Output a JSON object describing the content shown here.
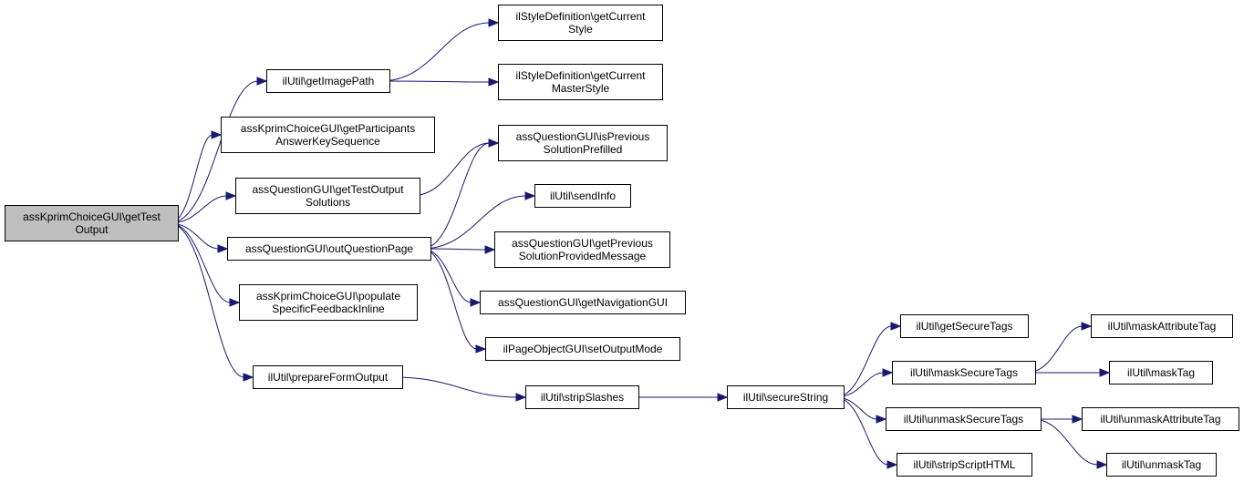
{
  "colors": {
    "edge": "#191970",
    "root_fill": "#bfbfbf",
    "node_fill": "#ffffff",
    "border": "#000000"
  },
  "nodes": {
    "getTestOutput": "assKprimChoiceGUI\\getTest\nOutput",
    "getImagePath": "ilUtil\\getImagePath",
    "getCurrentStyle": "ilStyleDefinition\\getCurrent\nStyle",
    "getCurrentMasterStyle": "ilStyleDefinition\\getCurrent\nMasterStyle",
    "getParticipantsAnswerKeySequence": "assKprimChoiceGUI\\getParticipants\nAnswerKeySequence",
    "getTestOutputSolutions": "assQuestionGUI\\getTestOutput\nSolutions",
    "isPreviousSolutionPrefilled": "assQuestionGUI\\isPrevious\nSolutionPrefilled",
    "sendInfo": "ilUtil\\sendInfo",
    "outQuestionPage": "assQuestionGUI\\outQuestionPage",
    "getPreviousSolutionProvidedMessage": "assQuestionGUI\\getPrevious\nSolutionProvidedMessage",
    "getNavigationGUI": "assQuestionGUI\\getNavigationGUI",
    "populateSpecificFeedbackInline": "assKprimChoiceGUI\\populate\nSpecificFeedbackInline",
    "setOutputMode": "ilPageObjectGUI\\setOutputMode",
    "prepareFormOutput": "ilUtil\\prepareFormOutput",
    "stripSlashes": "ilUtil\\stripSlashes",
    "secureString": "ilUtil\\secureString",
    "getSecureTags": "ilUtil\\getSecureTags",
    "maskSecureTags": "ilUtil\\maskSecureTags",
    "unmaskSecureTags": "ilUtil\\unmaskSecureTags",
    "stripScriptHTML": "ilUtil\\stripScriptHTML",
    "maskAttributeTag": "ilUtil\\maskAttributeTag",
    "maskTag": "ilUtil\\maskTag",
    "unmaskAttributeTag": "ilUtil\\unmaskAttributeTag",
    "unmaskTag": "ilUtil\\unmaskTag"
  },
  "edges": [
    [
      "getTestOutput",
      "getImagePath"
    ],
    [
      "getTestOutput",
      "getParticipantsAnswerKeySequence"
    ],
    [
      "getTestOutput",
      "getTestOutputSolutions"
    ],
    [
      "getTestOutput",
      "outQuestionPage"
    ],
    [
      "getTestOutput",
      "populateSpecificFeedbackInline"
    ],
    [
      "getTestOutput",
      "prepareFormOutput"
    ],
    [
      "getImagePath",
      "getCurrentStyle"
    ],
    [
      "getImagePath",
      "getCurrentMasterStyle"
    ],
    [
      "getTestOutputSolutions",
      "isPreviousSolutionPrefilled"
    ],
    [
      "outQuestionPage",
      "isPreviousSolutionPrefilled"
    ],
    [
      "outQuestionPage",
      "sendInfo"
    ],
    [
      "outQuestionPage",
      "getPreviousSolutionProvidedMessage"
    ],
    [
      "outQuestionPage",
      "getNavigationGUI"
    ],
    [
      "outQuestionPage",
      "setOutputMode"
    ],
    [
      "prepareFormOutput",
      "stripSlashes"
    ],
    [
      "stripSlashes",
      "secureString"
    ],
    [
      "secureString",
      "getSecureTags"
    ],
    [
      "secureString",
      "maskSecureTags"
    ],
    [
      "secureString",
      "unmaskSecureTags"
    ],
    [
      "secureString",
      "stripScriptHTML"
    ],
    [
      "maskSecureTags",
      "maskAttributeTag"
    ],
    [
      "maskSecureTags",
      "maskTag"
    ],
    [
      "unmaskSecureTags",
      "unmaskAttributeTag"
    ],
    [
      "unmaskSecureTags",
      "unmaskTag"
    ]
  ]
}
